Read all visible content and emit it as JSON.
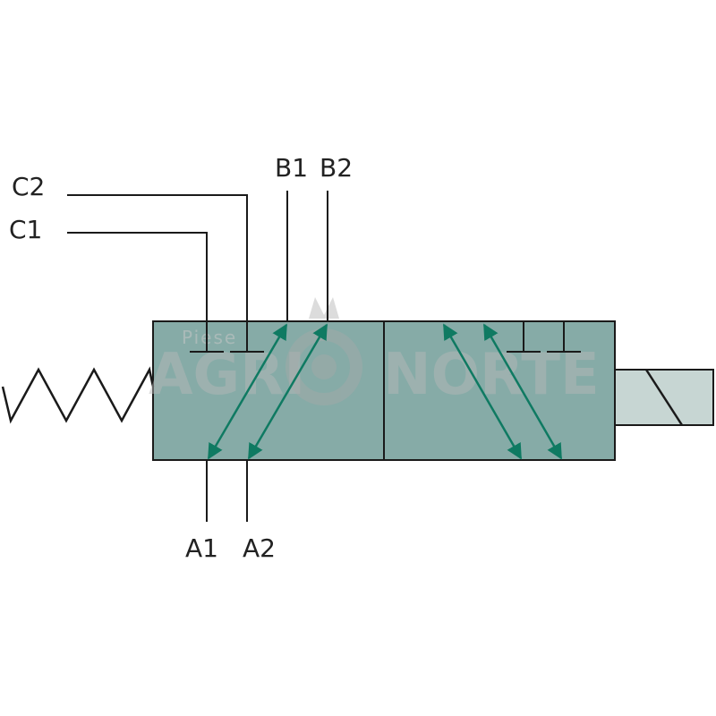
{
  "ports": {
    "c2": "C2",
    "c1": "C1",
    "b1": "B1",
    "b2": "B2",
    "a1": "A1",
    "a2": "A2"
  },
  "watermark": {
    "top": "Piese",
    "left": "AGRI",
    "right": "NORTE"
  },
  "colors": {
    "valve_fill": "#86aba7",
    "actuator_fill": "#c7d6d3",
    "arrow": "#0f7a62",
    "line": "#1a1a1a"
  }
}
